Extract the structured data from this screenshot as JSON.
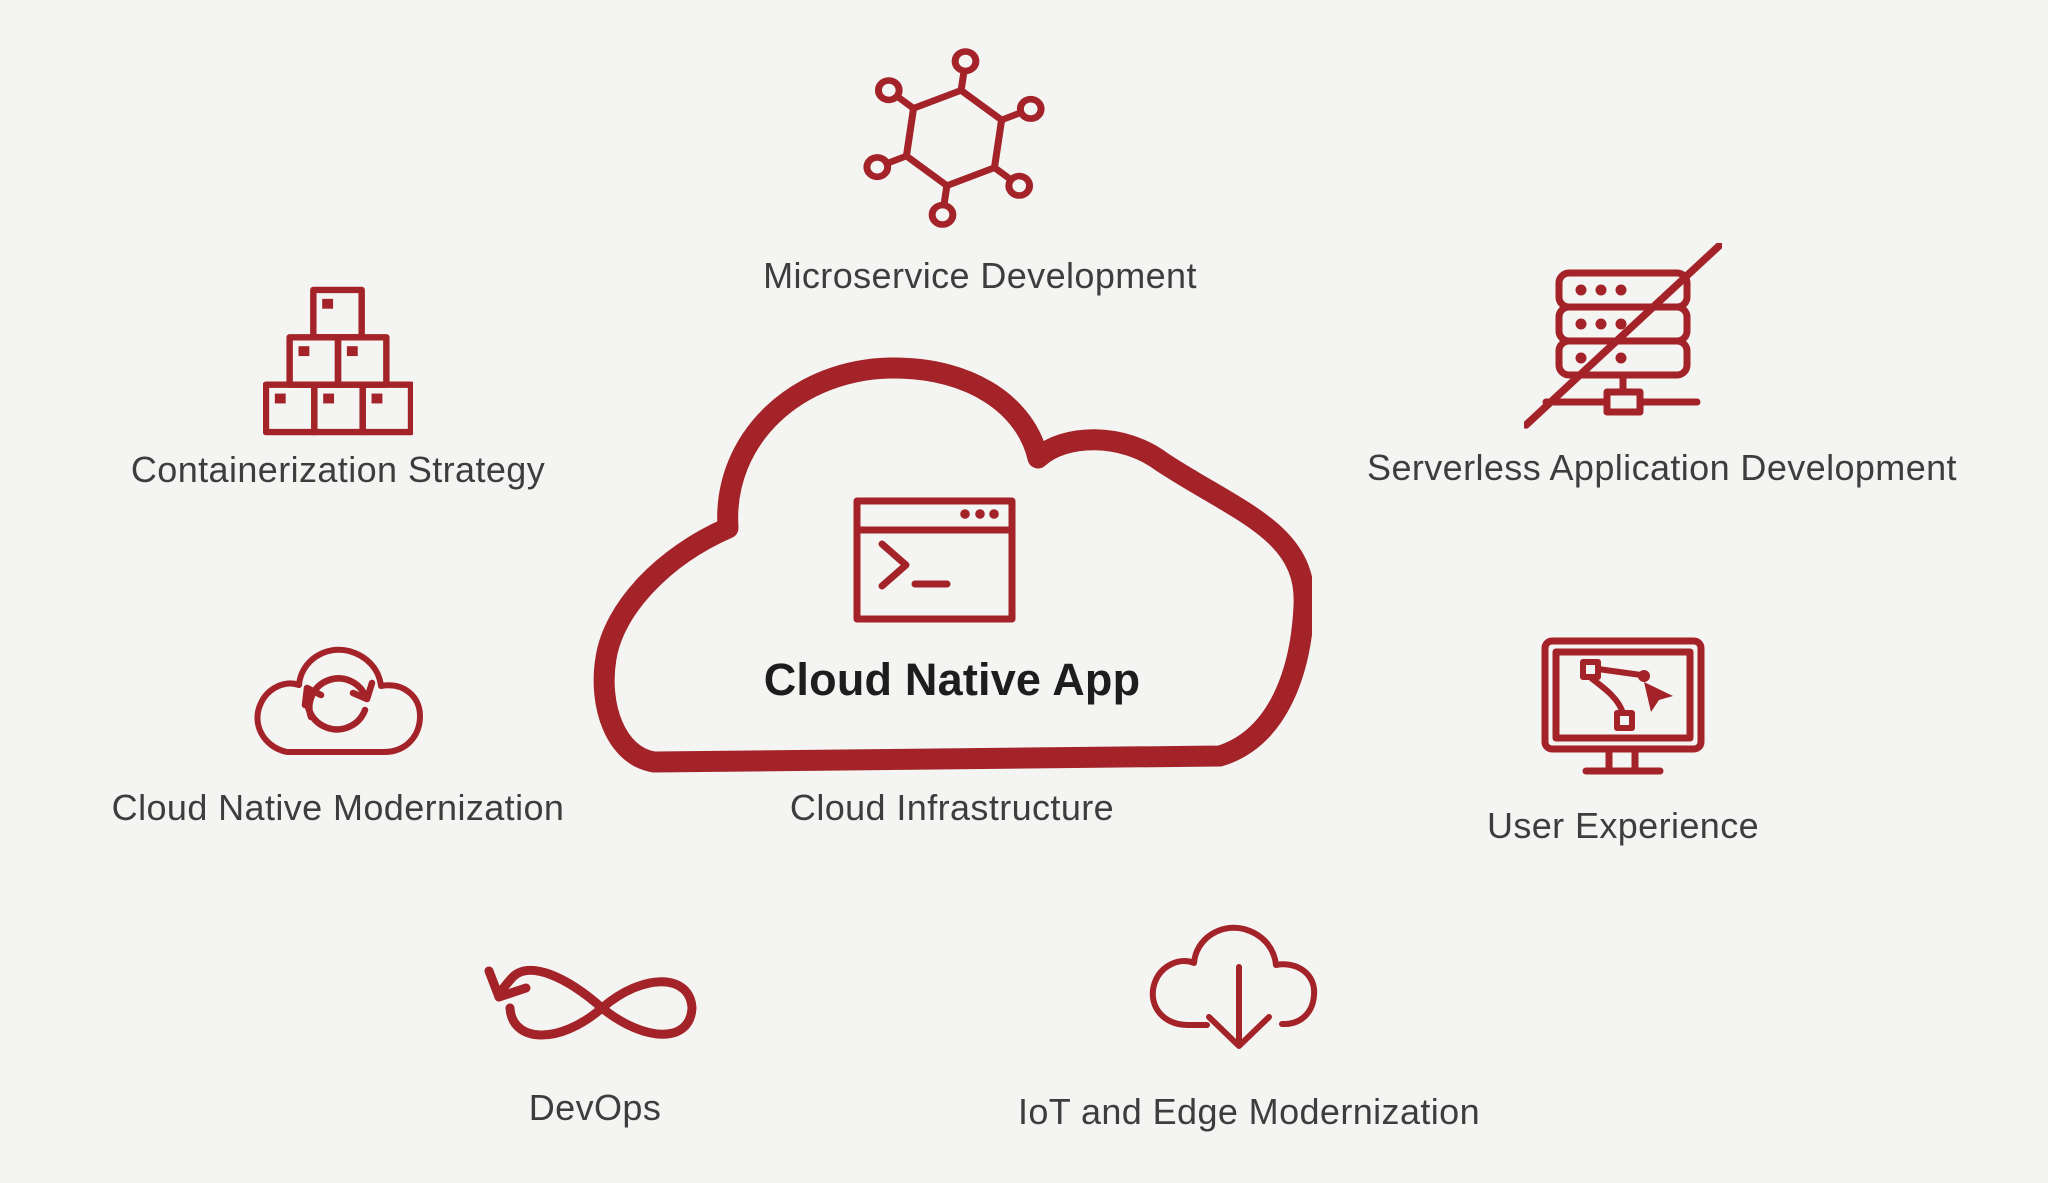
{
  "colors": {
    "bg": "#f4f4f3",
    "accent": "#a32329",
    "label": "#3d3d3d",
    "title": "#1d1d1d"
  },
  "center": {
    "title": "Cloud Native App",
    "subtitle": "Cloud Infrastructure",
    "icon": "terminal-window-icon"
  },
  "nodes": [
    {
      "id": "microservice-development",
      "label": "Microservice Development",
      "icon": "molecule-icon"
    },
    {
      "id": "containerization-strategy",
      "label": "Containerization Strategy",
      "icon": "container-boxes-icon"
    },
    {
      "id": "serverless-application-development",
      "label": "Serverless Application Development",
      "icon": "serverless-crossed-server-icon"
    },
    {
      "id": "cloud-native-modernization",
      "label": "Cloud Native Modernization",
      "icon": "cloud-sync-icon"
    },
    {
      "id": "user-experience",
      "label": "User Experience",
      "icon": "monitor-design-icon"
    },
    {
      "id": "devops",
      "label": "DevOps",
      "icon": "infinity-arrow-icon"
    },
    {
      "id": "iot-and-edge-modernization",
      "label": "IoT and Edge Modernization",
      "icon": "cloud-download-icon"
    }
  ]
}
